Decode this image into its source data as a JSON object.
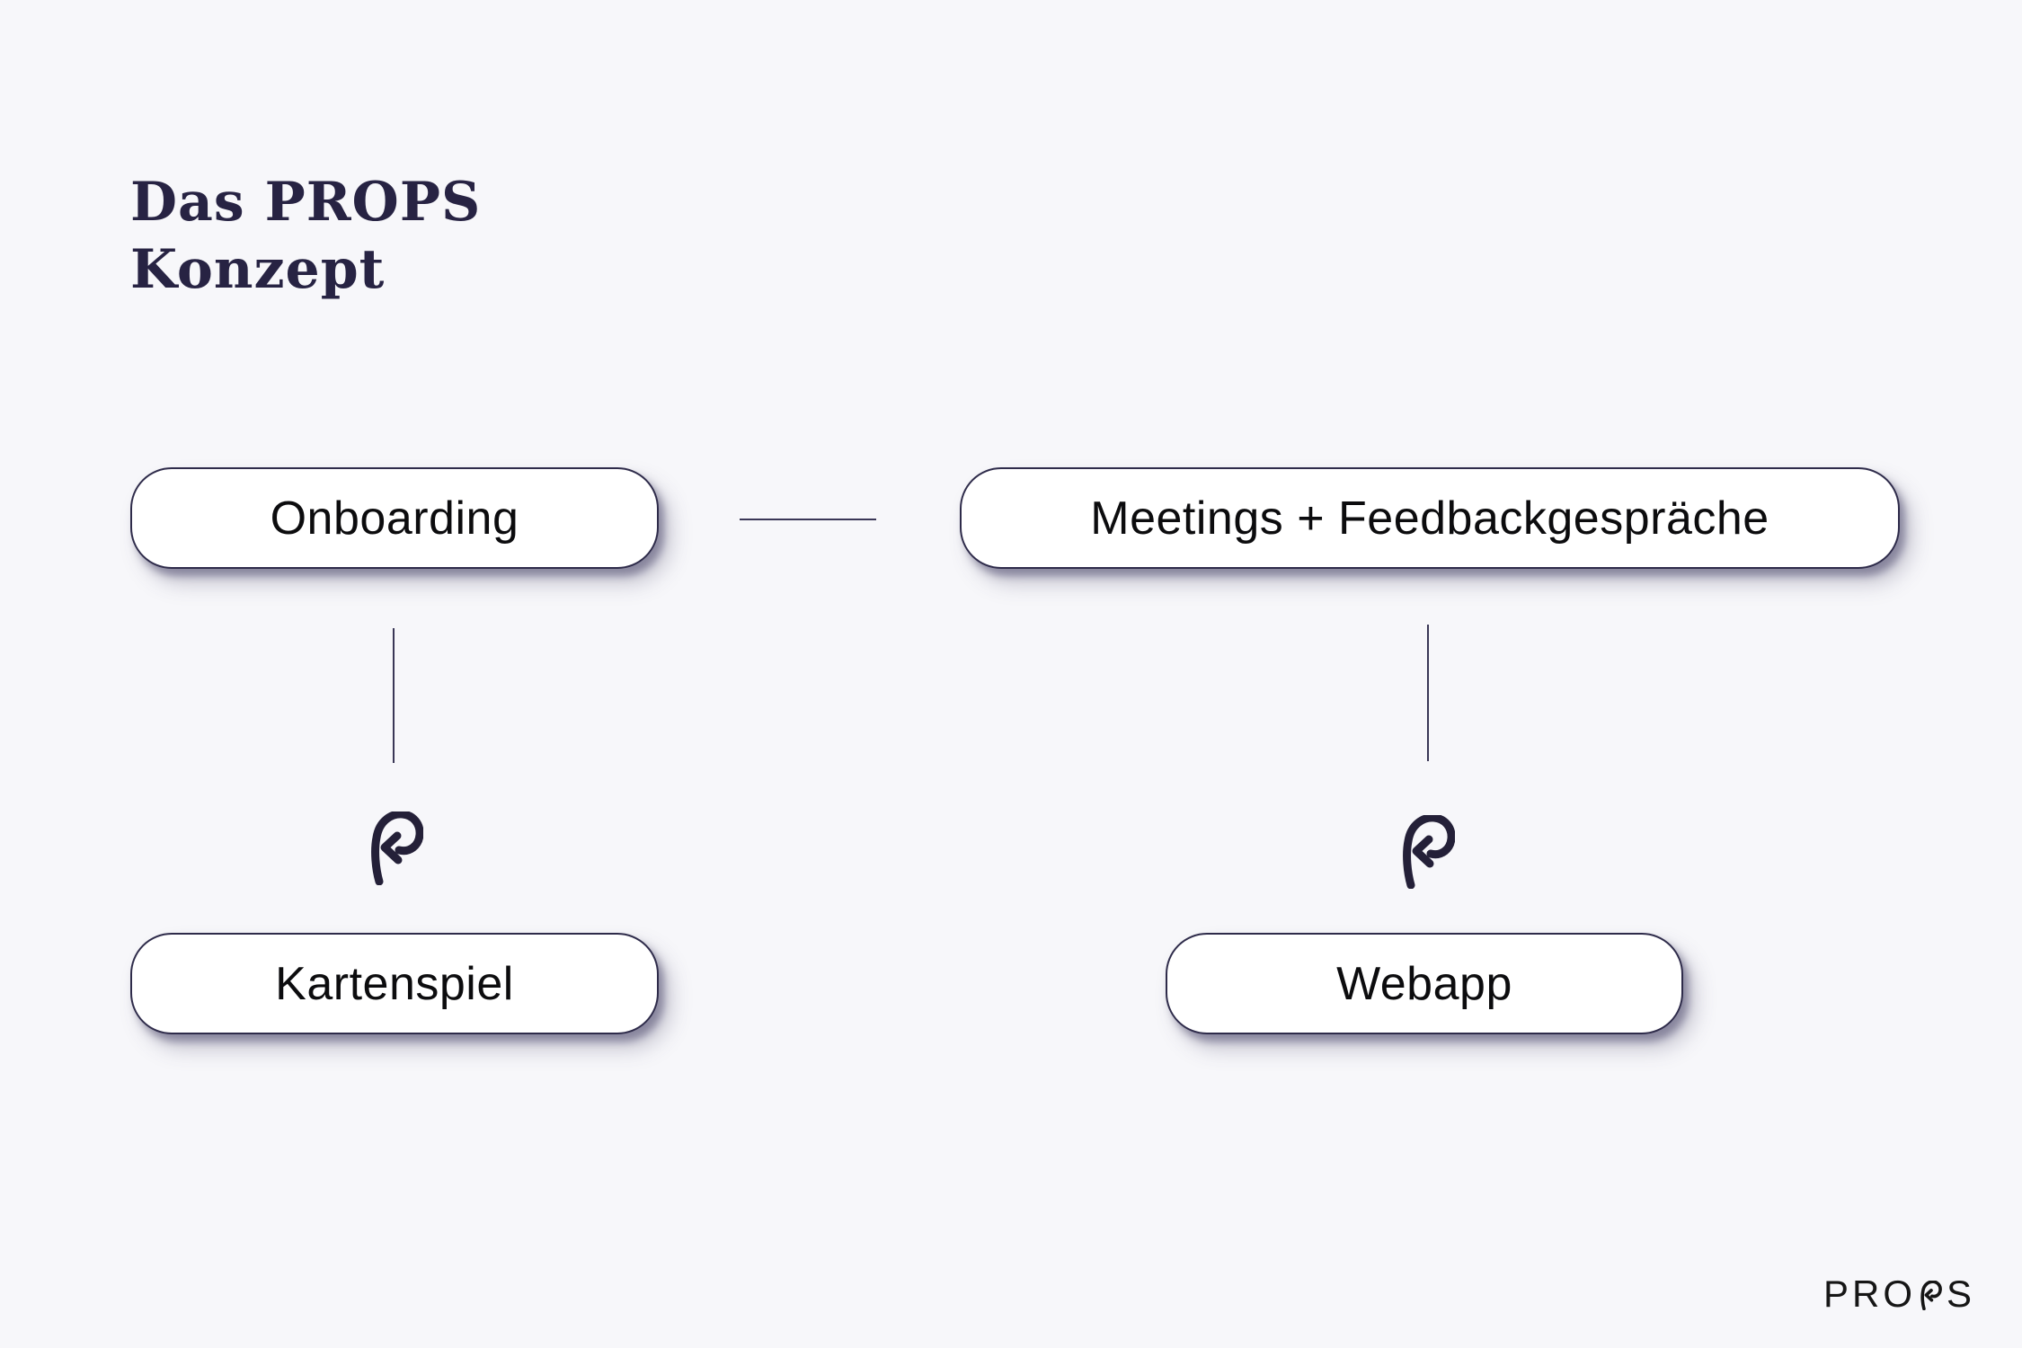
{
  "page": {
    "background_color": "#f7f7fa",
    "outline_color": "#2e2b4a",
    "title_color": "#272343",
    "label_color": "#0c0c0e"
  },
  "title": {
    "line1": "Das PROPS",
    "line2": "Konzept"
  },
  "diagram": {
    "nodes": [
      {
        "id": "onboarding",
        "label": "Onboarding"
      },
      {
        "id": "meetings-feedback",
        "label": "Meetings + Feedbackgespräche"
      },
      {
        "id": "kartenspiel",
        "label": "Kartenspiel"
      },
      {
        "id": "webapp",
        "label": "Webapp"
      }
    ],
    "icons": {
      "left": "props-arrow-icon",
      "right": "props-arrow-icon"
    }
  },
  "footer": {
    "brand": "PROPS",
    "logo_pre": "PRO",
    "logo_post": "S"
  }
}
